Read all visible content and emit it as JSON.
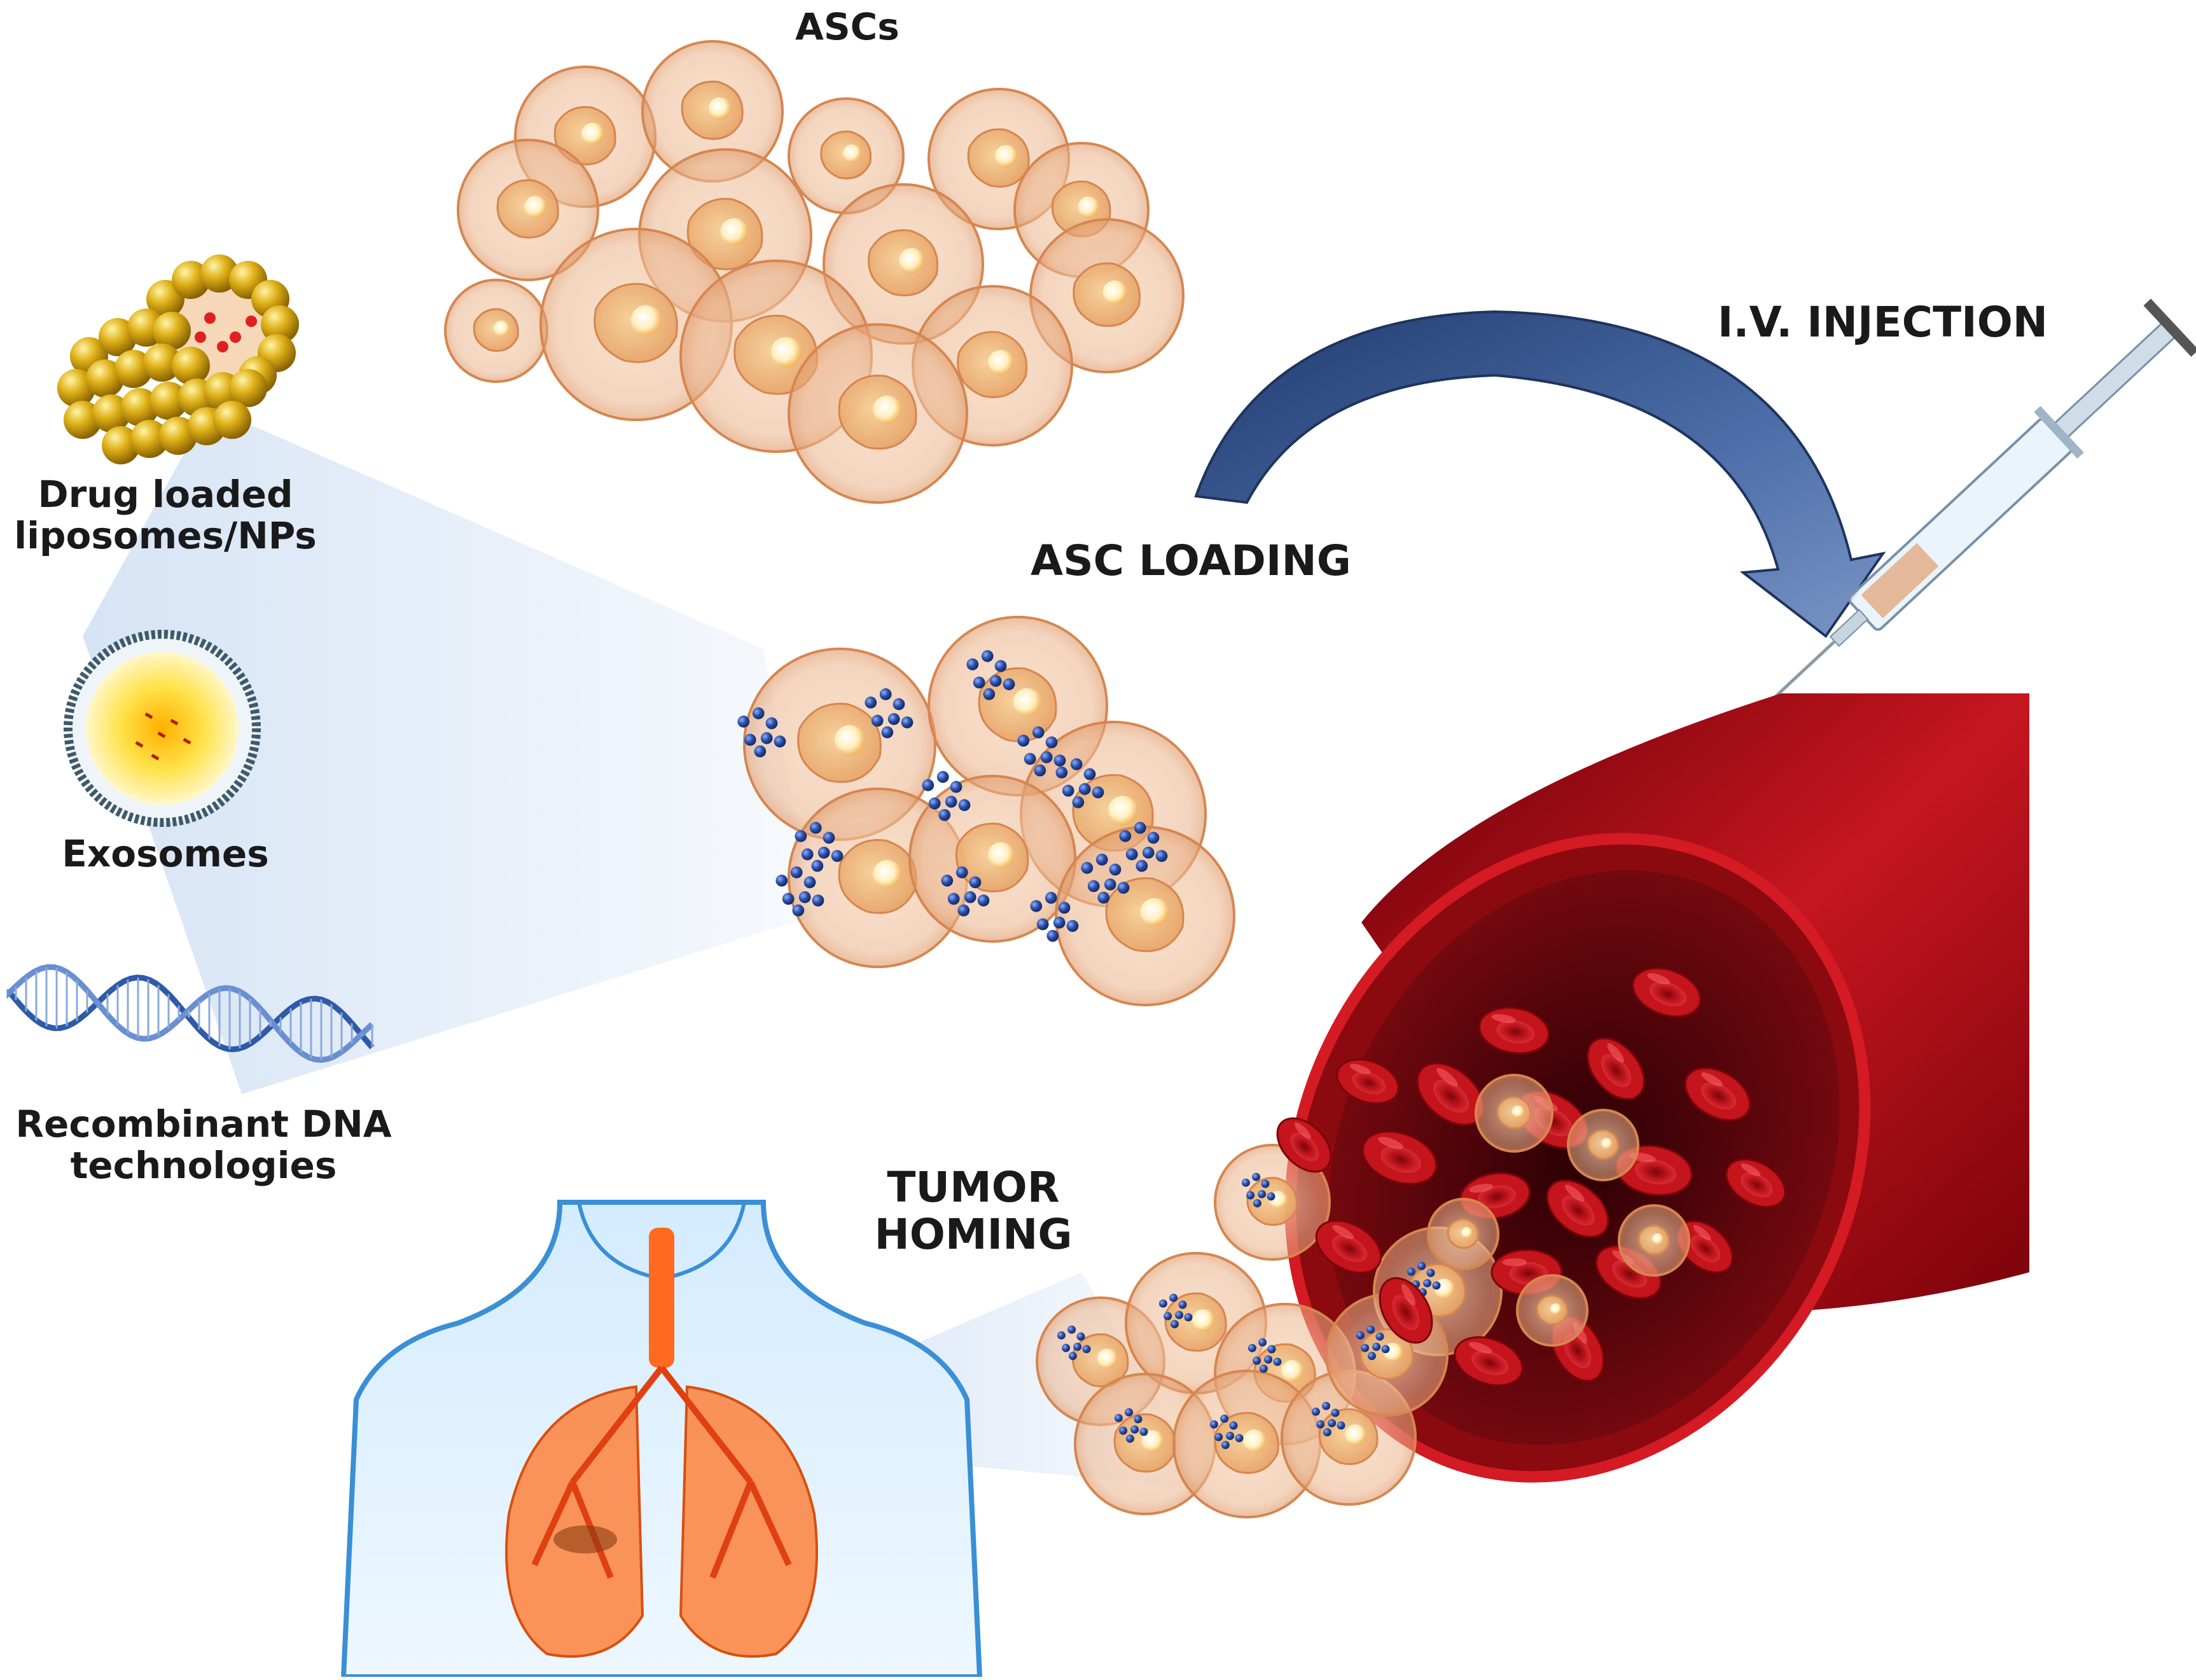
{
  "labels": {
    "ascs": "ASCs",
    "iv_injection": "I.V. INJECTION",
    "asc_loading": "ASC LOADING",
    "drug_loaded_line1": "Drug loaded",
    "drug_loaded_line2": "liposomes/NPs",
    "exosomes": "Exosomes",
    "recombinant_line1": "Recombinant DNA",
    "recombinant_line2": "technologies",
    "tumor_line1": "TUMOR",
    "tumor_line2": "HOMING"
  },
  "colors": {
    "cell_fill": "#f2c4a0",
    "cell_edge": "#d98a55",
    "nucleus": "#fff2c8",
    "nanoparticle": "#2b4fa8",
    "gold": "#d4a017",
    "arrow": "#2f4f86",
    "vessel": "#b3121a",
    "rbc": "#c0141c",
    "lung": "#ff5a10",
    "body_outline": "#3a8fd6"
  }
}
